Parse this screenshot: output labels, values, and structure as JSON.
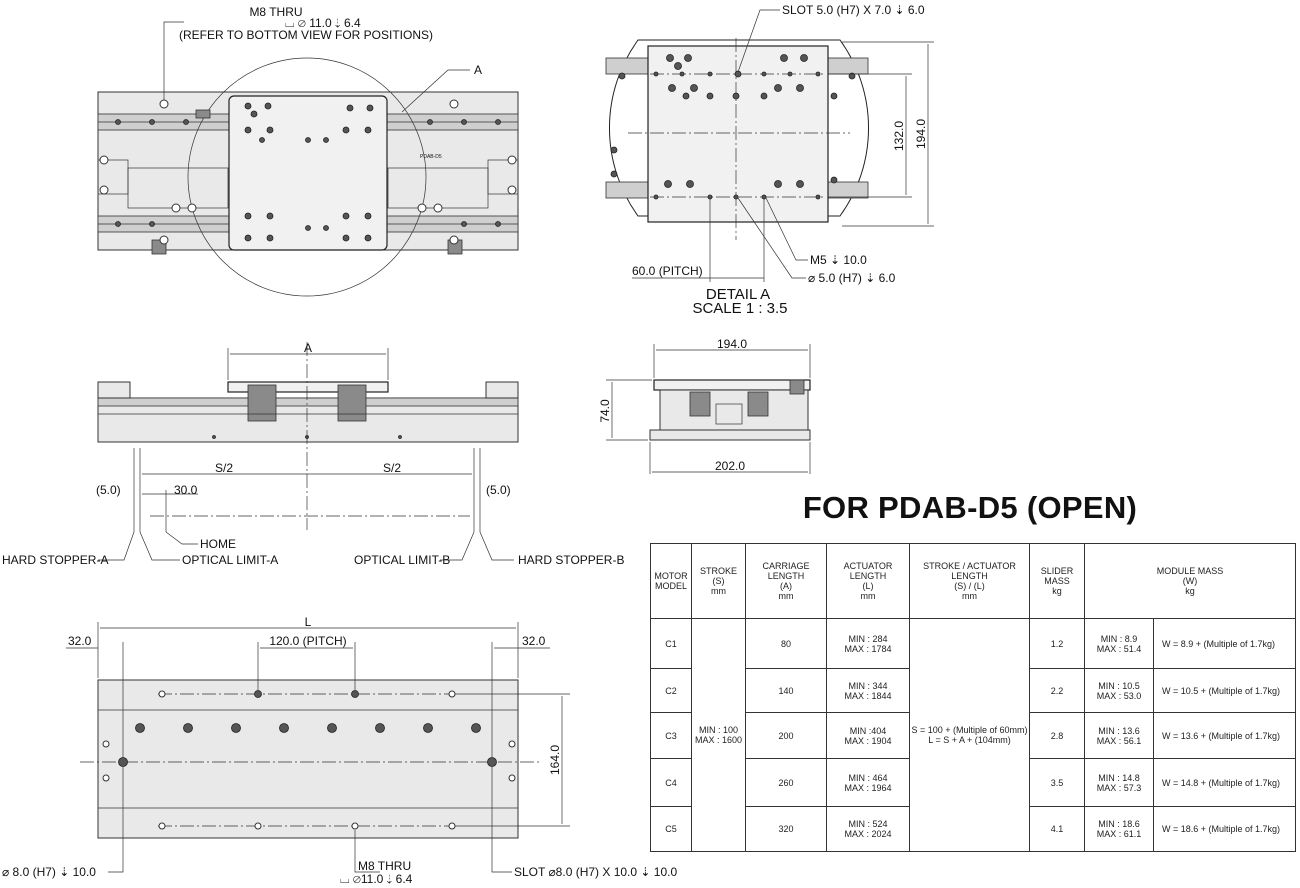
{
  "top_view": {
    "m8_label": "M8 THRU",
    "m8_spec": "⌴ ⌀ 11.0 ⇣ 6.4",
    "m8_note": "(REFER TO BOTTOM VIEW FOR POSITIONS)",
    "detail_marker": "A"
  },
  "detail_a": {
    "slot_label": "SLOT 5.0 (H7) X 7.0 ⇣ 6.0",
    "dim_132": "132.0",
    "dim_194": "194.0",
    "m5_label": "M5 ⇣ 10.0",
    "hole_label": "⌀ 5.0 (H7) ⇣ 6.0",
    "pitch_label": "60.0 (PITCH)",
    "title": "DETAIL A",
    "scale": "SCALE 1 : 3.5"
  },
  "side_view": {
    "carriage_dim": "A",
    "left_gap": "(5.0)",
    "left_offset": "30.0",
    "half_stroke_left": "S/2",
    "half_stroke_right": "S/2",
    "right_gap": "(5.0)",
    "home_label": "HOME",
    "hard_stopper_a": "HARD STOPPER-A",
    "optical_limit_a": "OPTICAL LIMIT-A",
    "optical_limit_b": "OPTICAL LIMIT-B",
    "hard_stopper_b": "HARD STOPPER-B"
  },
  "end_view": {
    "top_width": "194.0",
    "height": "74.0",
    "bottom_width": "202.0"
  },
  "bottom_view": {
    "length_label": "L",
    "left_end": "32.0",
    "right_end": "32.0",
    "pitch": "120.0 (PITCH)",
    "width": "164.0",
    "pin_hole": "⌀ 8.0 (H7) ⇣ 10.0",
    "m8_label": "M8 THRU",
    "m8_spec": "⌴ ⌀11.0 ⇣ 6.4",
    "slot_label": "SLOT  ⌀8.0 (H7) X 10.0 ⇣ 10.0"
  },
  "table": {
    "title": "FOR PDAB-D5 (OPEN)",
    "headers": {
      "motor_model": "MOTOR\nMODEL",
      "stroke": "STROKE\n(S)\nmm",
      "carriage_length": "CARRIAGE\nLENGTH\n(A)\nmm",
      "actuator_length": "ACTUATOR\nLENGTH\n(L)\nmm",
      "stroke_actuator": "STROKE / ACTUATOR\nLENGTH\n(S) / (L)\nmm",
      "slider_mass": "SLIDER\nMASS\nkg",
      "module_mass": "MODULE MASS\n(W)\nkg"
    },
    "stroke_range": "MIN : 100\nMAX : 1600",
    "formula": "S = 100 + (Multiple of 60mm)\nL = S + A + (104mm)",
    "rows": [
      {
        "model": "C1",
        "carriage": "80",
        "actuator": "MIN : 284\nMAX : 1784",
        "slider": "1.2",
        "mass_range": "MIN : 8.9\nMAX : 51.4",
        "mass_formula": "W = 8.9 + (Multiple of 1.7kg)"
      },
      {
        "model": "C2",
        "carriage": "140",
        "actuator": "MIN : 344\nMAX : 1844",
        "slider": "2.2",
        "mass_range": "MIN : 10.5\nMAX : 53.0",
        "mass_formula": "W = 10.5 + (Multiple of 1.7kg)"
      },
      {
        "model": "C3",
        "carriage": "200",
        "actuator": "MIN :404\nMAX : 1904",
        "slider": "2.8",
        "mass_range": "MIN : 13.6\nMAX : 56.1",
        "mass_formula": "W = 13.6 + (Multiple of 1.7kg)"
      },
      {
        "model": "C4",
        "carriage": "260",
        "actuator": "MIN : 464\nMAX : 1964",
        "slider": "3.5",
        "mass_range": "MIN : 14.8\nMAX : 57.3",
        "mass_formula": "W = 14.8 + (Multiple of 1.7kg)"
      },
      {
        "model": "C5",
        "carriage": "320",
        "actuator": "MIN : 524\nMAX : 2024",
        "slider": "4.1",
        "mass_range": "MIN : 18.6\nMAX : 61.1",
        "mass_formula": "W = 18.6 + (Multiple of 1.7kg)"
      }
    ]
  }
}
